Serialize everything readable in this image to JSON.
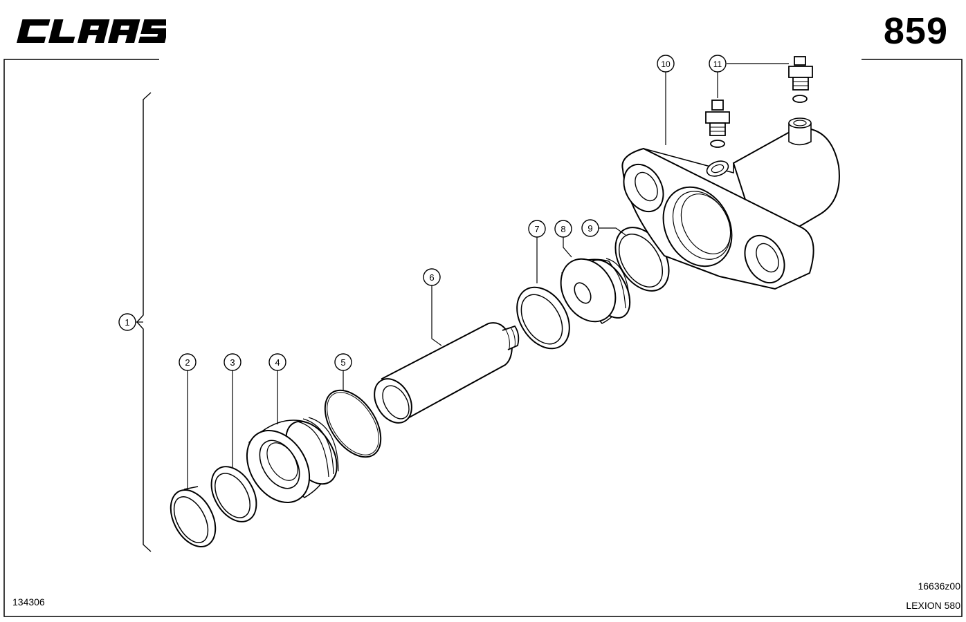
{
  "header": {
    "brand": "CLAAS",
    "page_number": "859"
  },
  "footer": {
    "catalog_id": "134306",
    "drawing_number": "16636z00",
    "model": "LEXION 580"
  },
  "callouts": [
    {
      "id": "callout-1",
      "label": "1"
    },
    {
      "id": "callout-2",
      "label": "2"
    },
    {
      "id": "callout-3",
      "label": "3"
    },
    {
      "id": "callout-4",
      "label": "4"
    },
    {
      "id": "callout-5",
      "label": "5"
    },
    {
      "id": "callout-6",
      "label": "6"
    },
    {
      "id": "callout-7",
      "label": "7"
    },
    {
      "id": "callout-8",
      "label": "8"
    },
    {
      "id": "callout-9",
      "label": "9"
    },
    {
      "id": "callout-10",
      "label": "10"
    },
    {
      "id": "callout-11",
      "label": "11"
    }
  ]
}
